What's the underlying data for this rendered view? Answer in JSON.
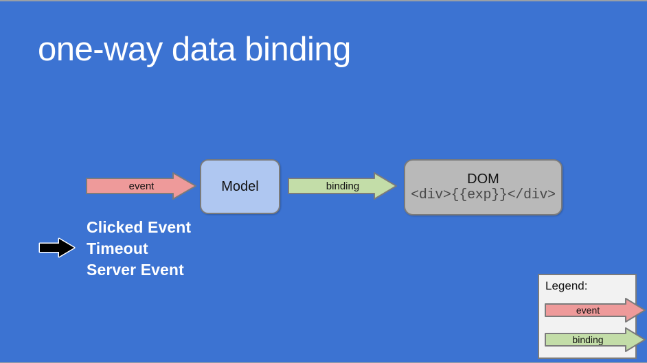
{
  "slide": {
    "title": "one-way data binding",
    "background_color": "#3C73D2",
    "title_color": "#ffffff"
  },
  "diagram": {
    "flow_arrows": [
      {
        "name": "event",
        "label": "event",
        "fill": "#EE9A9A",
        "stroke": "#7b7b7b"
      },
      {
        "name": "binding",
        "label": "binding",
        "fill": "#C3DDA8",
        "stroke": "#7b7b7b"
      }
    ],
    "nodes": [
      {
        "name": "model",
        "label": "Model",
        "fill": "#AFC7F1",
        "stroke": "#7b7b7b"
      },
      {
        "name": "dom",
        "title": "DOM",
        "code": "<div>{{exp}}</div>",
        "fill": "#B9B9B9",
        "stroke": "#7b7b7b",
        "code_color": "#494949"
      }
    ]
  },
  "event_sources": {
    "pointer_icon": "right-arrow-icon",
    "items": [
      "Clicked Event",
      "Timeout",
      "Server Event"
    ]
  },
  "legend": {
    "title": "Legend:",
    "background": "#F2F2F2",
    "border": "#7b7b7b",
    "entries": [
      {
        "name": "event",
        "label": "event",
        "fill": "#EE9A9A",
        "stroke": "#7b7b7b"
      },
      {
        "name": "binding",
        "label": "binding",
        "fill": "#C3DDA8",
        "stroke": "#7b7b7b"
      }
    ]
  }
}
